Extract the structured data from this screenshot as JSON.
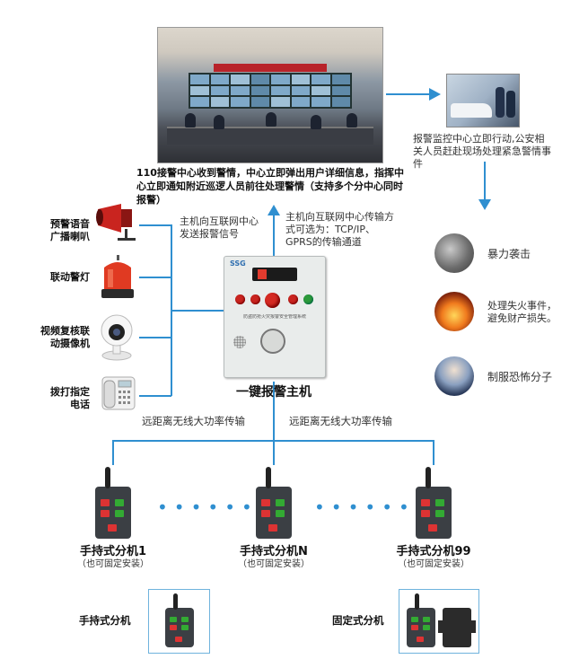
{
  "top": {
    "center_caption": "110接警中心收到警情，中心立即弹出用户详细信息，指挥中心立即通知附近巡逻人员前往处理警情（支持多个分中心同时报警）",
    "police_caption": "报警监控中心立即行动,公安相关人员赶赴现场处理紧急警情事件"
  },
  "links": {
    "host_signal": "主机向互联网中心发送报警信号",
    "transmission": "主机向互联网中心传输方式可选为：TCP/IP、GPRS的传输通道",
    "wireless_left": "远距离无线大功率传输",
    "wireless_right": "远距离无线大功率传输"
  },
  "devices": {
    "speaker": "预警语音广播喇叭",
    "lamp": "联动警灯",
    "camera": "视频复核联动摄像机",
    "phone": "拨打指定电话"
  },
  "events": {
    "violence": "暴力袭击",
    "fire": "处理失火事件，避免财产损失。",
    "terror": "制服恐怖分子"
  },
  "host": {
    "label": "一键报警主机",
    "brand": "SSG",
    "panel_text": "防盗防抢火灾报警安全管理系统"
  },
  "handsets": [
    {
      "name": "手持式分机1",
      "note": "（也可固定安装）"
    },
    {
      "name": "手持式分机N",
      "note": "（也可固定安装）"
    },
    {
      "name": "手持式分机99",
      "note": "（也可固定安装）"
    }
  ],
  "bottom": {
    "handheld": "手持式分机",
    "fixed": "固定式分机"
  },
  "colors": {
    "line": "#2f8fd0",
    "button": "#c9241f",
    "frame": "#6fb3dd"
  }
}
